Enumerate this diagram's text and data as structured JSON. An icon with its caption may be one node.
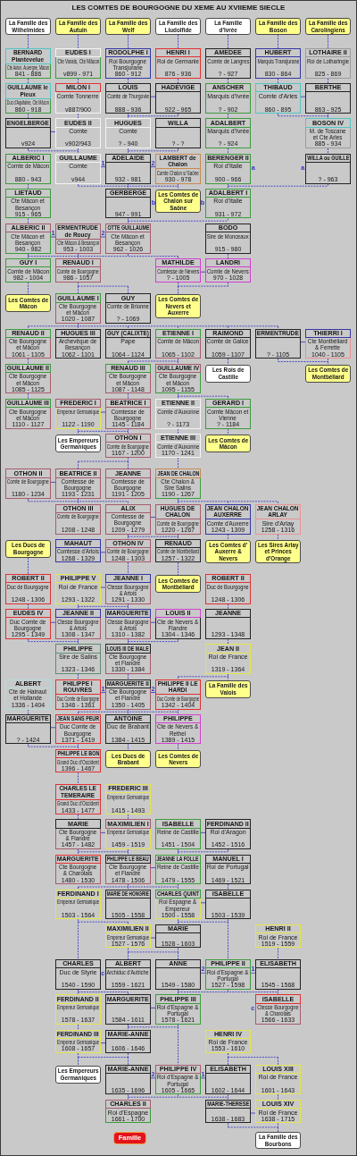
{
  "diagram": {
    "title": "LES COMTES DE BOURGOGNE DU XEME AU XVIIEME SIECLE",
    "nodes": [
      {
        "text": [
          "La Famille des Wilhelmides"
        ]
      },
      {
        "text": [
          "La Famille des Autuin"
        ]
      },
      {
        "text": [
          "La Famille des Welf"
        ]
      },
      {
        "text": [
          "La Famille des Liudolfide"
        ]
      },
      {
        "text": [
          "La Famille d'Ivrée"
        ]
      },
      {
        "text": [
          "La Famille des Boson"
        ]
      },
      {
        "text": [
          "La Famille des Carolingiens"
        ]
      },
      {
        "text": [
          "BERNARD Plantevelue",
          "Cte Autun, Auvergne, Mâcon",
          "841 - 886"
        ]
      },
      {
        "text": [
          "EUDES I",
          "Cte Varais, Cte Mâcon",
          "v899 - 971"
        ]
      },
      {
        "text": [
          "RODOLPHE I",
          "Roi Bourgogne Transjurane",
          "860 - 912"
        ]
      },
      {
        "text": [
          "HENRI I",
          "Roi de Germanie",
          "876 - 936"
        ]
      },
      {
        "text": [
          "AMEDEE",
          "Comte de Langres",
          "? - 927"
        ]
      },
      {
        "text": [
          "HUBERT",
          "Marquis Transjurane",
          "830 - 864"
        ]
      },
      {
        "text": [
          "LOTHAIRE II",
          "Roi de Lotharingie",
          "825 - 869"
        ]
      },
      {
        "text": [
          "GUILLAUME le Pieux",
          "Duc d'Aquitaine, Cte Mâcon",
          "860 - 918"
        ]
      },
      {
        "text": [
          "MILON I",
          "Comte Tonnerre",
          "v887/900"
        ]
      },
      {
        "text": [
          "LOUIS",
          "Comte de Thurgovie",
          "888 - 936"
        ]
      },
      {
        "text": [
          "HADEVIGE",
          "922 - 965"
        ]
      },
      {
        "text": [
          "ANSCHER",
          "Marquis d'Ivrée",
          "? - 902"
        ]
      },
      {
        "text": [
          "THIBAUD",
          "Comte d'Arles",
          "860 - 895"
        ]
      },
      {
        "text": [
          "BERTHE",
          "863 - 925"
        ]
      },
      {
        "text": [
          "ENGELBERGE",
          "v924"
        ]
      },
      {
        "text": [
          "EUDES II",
          "Comte",
          "v902/943"
        ]
      },
      {
        "text": [
          "HUGUES",
          "Comte",
          "? - 940"
        ]
      },
      {
        "text": [
          "WILLA",
          "? - ?"
        ]
      },
      {
        "text": [
          "ADALBERT",
          "Marquis d'Ivrée",
          "? - 924"
        ]
      },
      {
        "text": [
          "BOSON IV",
          "M. de Toscane et Cte Arles",
          "885 - 934"
        ]
      },
      {
        "text": [
          "ALBERIC I",
          "Comte de Mâcon",
          "880 - 943"
        ]
      },
      {
        "text": [
          "GUILLAUME",
          "Comte",
          "v944"
        ]
      },
      {
        "text": [
          "ADELAIDE",
          "932 - 981"
        ]
      },
      {
        "text": [
          "LAMBERT de Chalon",
          "Comte Chalon s/ Saône",
          "930 - 978"
        ]
      },
      {
        "text": [
          "BERENGER II",
          "Roi d'Italie",
          "900 - 966"
        ],
        "beside": [
          "a"
        ]
      },
      {
        "text": [
          "WILLA ou GUILLE",
          "? - 963"
        ],
        "beside": [
          "a"
        ]
      },
      {
        "text": [
          "LIETAUD",
          "Cte Mâcon et Besançon",
          "915 - 965"
        ]
      },
      {
        "text": [
          "GERBERGE",
          "947 - 991"
        ],
        "beside": [
          "b"
        ]
      },
      {
        "text": [
          "Les Comtes de Chalon sur Saône"
        ]
      },
      {
        "text": [
          "ADALBERT I",
          "Roi d'Italie",
          "931 - 972"
        ],
        "beside": [
          "b"
        ]
      },
      {
        "text": [
          "ALBERIC II",
          "Cte Mâcon et Besançon",
          "940 - 982"
        ]
      },
      {
        "text": [
          "ERMENTRUDE de Roucy",
          "Cte Mâcon & Besançon",
          "953 - 1003"
        ]
      },
      {
        "text": [
          "OTTE GUILLAUME",
          "Cte Mâcon et Besançon",
          "962 - 1026"
        ]
      },
      {
        "text": [
          "BODO",
          "Sire de Monceaux",
          "915 - 980"
        ]
      },
      {
        "text": [
          "GUY I",
          "Comte de Mâcon",
          "982 - 1004"
        ]
      },
      {
        "text": [
          "RENAUD I",
          "Comte de Bourgogne",
          "986 - 1057"
        ]
      },
      {
        "text": [
          "MATHILDE",
          "Comtesse de Nevers",
          "? - 1005"
        ]
      },
      {
        "text": [
          "LANDRI",
          "Comte de Nevers",
          "970 - 1028"
        ]
      },
      {
        "text": [
          "Les Comtes de Mâcon"
        ]
      },
      {
        "text": [
          "GUILLAUME I",
          "Cte Bourgogne et Mâcon",
          "1020 - 1087"
        ]
      },
      {
        "text": [
          "GUY",
          "Comte de Brionne",
          "? - 1069"
        ]
      },
      {
        "text": [
          "Les Comtes de Nevers et Auxerre"
        ]
      },
      {
        "text": [
          "RENAUD II",
          "Cte Bourgogne et Mâcon",
          "1061 - 1105"
        ]
      },
      {
        "text": [
          "HUGUES III",
          "Archevêque de Besançon",
          "1062 - 1101"
        ]
      },
      {
        "text": [
          "GUY (CALIXTE)",
          "Pape",
          "1064 - 1124"
        ]
      },
      {
        "text": [
          "ETIENNE I",
          "Comte de Mâcon",
          "1065 - 1102"
        ]
      },
      {
        "text": [
          "RAIMOND",
          "Comte de Galice",
          "1059 - 1107"
        ]
      },
      {
        "text": [
          "ERMENTRUDE",
          "? - 1105"
        ]
      },
      {
        "text": [
          "THIERRI I",
          "Cte Montbéliard & Ferrette",
          "1040 - 1105"
        ]
      },
      {
        "text": [
          "GUILLAUME II",
          "Cte Bourgogne et Mâcon",
          "1085 - 1125"
        ]
      },
      {
        "text": [
          "RENAUD III",
          "Cte Bourgogne et Mâcon",
          "1087 - 1148"
        ]
      },
      {
        "text": [
          "GUILLAUME IV",
          "Cte Bourgogne et Mâcon",
          "1095 - 1155"
        ]
      },
      {
        "text": [
          "Les Rois de Castille"
        ]
      },
      {
        "text": [
          "Les Comtes de Montbéliard"
        ]
      },
      {
        "text": [
          "GUILLAUME III",
          "Cte Bourgogne et Mâcon",
          "1110 - 1127"
        ]
      },
      {
        "text": [
          "FREDERIC I",
          "Empereur Germanique",
          "1122 - 1190"
        ]
      },
      {
        "text": [
          "BEATRICE I",
          "Comtesse de Bourgogne",
          "1145 - 1184"
        ]
      },
      {
        "text": [
          "ETIENNE II",
          "Comte d'Auxonne",
          "? - 1173"
        ]
      },
      {
        "text": [
          "GERARD I",
          "Comte Mâcon et Vienne",
          "? - 1184"
        ]
      },
      {
        "text": [
          "Les Empereurs Germaniques"
        ]
      },
      {
        "text": [
          "OTHON I",
          "Comte de Bourgogne",
          "1167 - 1200"
        ]
      },
      {
        "text": [
          "ETIENNE III",
          "Comte d'Auxonne",
          "1170 - 1241"
        ]
      },
      {
        "text": [
          "Les Comtes de Mâcon"
        ]
      },
      {
        "text": [
          "OTHON II",
          "Comte de Bourgogne",
          "1180 - 1234"
        ]
      },
      {
        "text": [
          "BEATRICE II",
          "Comtesse de Bourgogne",
          "1193 - 1231"
        ]
      },
      {
        "text": [
          "JEANNE",
          "Comtesse de Bourgogne",
          "1191 - 1205"
        ]
      },
      {
        "text": [
          "JEAN DE CHALON",
          "Cte Chalon & Sire Salins",
          "1190 - 1267"
        ]
      },
      {
        "text": [
          "OTHON III",
          "Comte de Bourgogne",
          "1208 - 1248"
        ]
      },
      {
        "text": [
          "ALIX",
          "Comtesse de Bourgogne",
          "1209 - 1279"
        ]
      },
      {
        "text": [
          "HUGUES DE CHALON",
          "Comte de Bourgogne",
          "1220 - 1267"
        ]
      },
      {
        "text": [
          "JEAN CHALON AUXERRE",
          "Comte d'Auxerre",
          "1243 - 1309"
        ]
      },
      {
        "text": [
          "JEAN CHALON ARLAY",
          "Sire d'Arlay",
          "1258 - 1316"
        ]
      },
      {
        "text": [
          "Les Ducs de Bourgogne"
        ]
      },
      {
        "text": [
          "MAHAUT",
          "Comtesse d'Artois",
          "1268 - 1329"
        ]
      },
      {
        "text": [
          "OTHON IV",
          "Comte de Bourgogne",
          "1248 - 1303"
        ]
      },
      {
        "text": [
          "RENAUD",
          "Comte de Montbéliard",
          "1257 - 1322"
        ]
      },
      {
        "text": [
          "Les Comtes d' Auxerre & Nevers"
        ]
      },
      {
        "text": [
          "Les Sires Arlay et Princes d'Orange"
        ]
      },
      {
        "text": [
          "ROBERT II",
          "Duc de Bourgogne",
          "1248 - 1306"
        ]
      },
      {
        "text": [
          "PHILIPPE V",
          "Roi de France",
          "1293 - 1322"
        ]
      },
      {
        "text": [
          "JEANNE I",
          "Ctesse Bourgogne & Artois",
          "1291 - 1330"
        ]
      },
      {
        "text": [
          "Les Comtes de Montbéliard"
        ]
      },
      {
        "text": [
          "ROBERT II",
          "Duc de Bourgogne",
          "1248 - 1306"
        ]
      },
      {
        "text": [
          "EUDES IV",
          "Duc Comte de Bourgogne",
          "1295 - 1349"
        ]
      },
      {
        "text": [
          "JEANNE II",
          "Ctesse Bourgogne & Artois",
          "1308 - 1347"
        ]
      },
      {
        "text": [
          "MARGUERITE",
          "Ctesse Bourgogne & Artois",
          "1310 - 1382"
        ]
      },
      {
        "text": [
          "LOUIS II",
          "Cte de Nevers & Flandre",
          "1304 - 1346"
        ]
      },
      {
        "text": [
          "JEANNE",
          "1293 - 1348"
        ]
      },
      {
        "text": [
          "PHILIPPE",
          "Sire de Salins",
          "1323 - 1346"
        ]
      },
      {
        "text": [
          "LOUIS III DE MALE",
          "Cte Bourgogne et Flandre",
          "1330 - 1384"
        ]
      },
      {
        "text": [
          "JEAN II",
          "Roi de France",
          "1319 - 1364"
        ]
      },
      {
        "text": [
          "ALBERT",
          "Cte de Hainaut et Hollande",
          "1336 - 1404"
        ]
      },
      {
        "text": [
          "PHILIPPE I ROUVRES",
          "Duc Comte de Bourgogne",
          "1346 - 1361"
        ]
      },
      {
        "text": [
          "MARGUERITE II",
          "Cte Bourgogne et Flandre",
          "1350 - 1405"
        ]
      },
      {
        "text": [
          "PHILIPPE II LE HARDI",
          "Duc Comte de Bourgogne",
          "1342 - 1404"
        ]
      },
      {
        "text": [
          "La Famille des Valois"
        ]
      },
      {
        "text": [
          "MARGUERITE",
          "? - 1424"
        ]
      },
      {
        "text": [
          "JEAN SANS PEUR",
          "Duc Comte de Bourgogne",
          "1371 - 1419"
        ]
      },
      {
        "text": [
          "ANTOINE",
          "Duc de Brabant",
          "1384 - 1415"
        ]
      },
      {
        "text": [
          "PHILIPPE",
          "Cte de Nevers & Rethel",
          "1389 - 1415"
        ]
      },
      {
        "text": [
          "PHILIPPE LE BON",
          "Grand Duc d'Occident",
          "1396 - 1467"
        ]
      },
      {
        "text": [
          "Les Ducs de Brabant"
        ]
      },
      {
        "text": [
          "Les Comtes de Nevers"
        ]
      },
      {
        "text": [
          "CHARLES LE TEMERAIRE",
          "Grand Duc d'Occident",
          "1433 - 1477"
        ]
      },
      {
        "text": [
          "FREDERIC III",
          "Empereur Germanique",
          "1415 - 1493"
        ]
      },
      {
        "text": [
          "MARIE",
          "Cte Bourgogne & Flandre",
          "1457 - 1482"
        ]
      },
      {
        "text": [
          "MAXIMILIEN I",
          "Empereur Germanique",
          "1459 - 1519"
        ]
      },
      {
        "text": [
          "ISABELLE",
          "Reine de Castille",
          "1451 - 1504"
        ]
      },
      {
        "text": [
          "FERDINAND II",
          "Roi d'Aragon",
          "1452 - 1516"
        ]
      },
      {
        "text": [
          "MARGUERITE",
          "Cte Bourgogne & Charolais",
          "1480 - 1530"
        ]
      },
      {
        "text": [
          "PHILIPPE LE BEAU",
          "Cte Bourgogne et Flandre",
          "1478 - 1506"
        ]
      },
      {
        "text": [
          "JEANNE LA FOLLE",
          "Reine de Castille",
          "1479 - 1555"
        ]
      },
      {
        "text": [
          "MANUEL I",
          "Roi de Portugal",
          "1469 - 1521"
        ]
      },
      {
        "text": [
          "FERDINAND I",
          "Empereur Germanique",
          "1503 - 1564"
        ]
      },
      {
        "text": [
          "MARIE DE HONGRIE",
          "1505 - 1558"
        ]
      },
      {
        "text": [
          "CHARLES QUINT",
          "Roi Espagne & Empereur",
          "1500 - 1558"
        ]
      },
      {
        "text": [
          "ISABELLE",
          "1503 - 1539"
        ]
      },
      {
        "text": [
          "MAXIMILIEN II",
          "Empereur Germanique",
          "1527 - 1576"
        ]
      },
      {
        "text": [
          "MARIE",
          "1528 - 1603"
        ]
      },
      {
        "text": [
          "HENRI II",
          "Roi de France",
          "1519 - 1559"
        ]
      },
      {
        "text": [
          "CHARLES",
          "Duc de Styrie",
          "1540 - 1590"
        ]
      },
      {
        "text": [
          "ALBERT",
          "Archiduc d'Autriche",
          "1559 - 1621"
        ],
        "beside": [
          "c"
        ]
      },
      {
        "text": [
          "ANNE",
          "1549 - 1580"
        ]
      },
      {
        "text": [
          "PHILIPPE II",
          "Roi d'Espagne & Portugal",
          "1527 - 1598"
        ]
      },
      {
        "text": [
          "ELISABETH",
          "1545 - 1568"
        ]
      },
      {
        "text": [
          "FERDINAND II",
          "Empereur Germanique",
          "1578 - 1637"
        ]
      },
      {
        "text": [
          "MARGUERITE",
          "1584 - 1611"
        ]
      },
      {
        "text": [
          "PHILIPPE III",
          "Roi d'Espagne & Portugal",
          "1578 - 1621"
        ]
      },
      {
        "text": [
          "ISABELLE",
          "Ctesse Bourgogne & Charolais",
          "1566 - 1633"
        ],
        "beside": [
          "c"
        ]
      },
      {
        "text": [
          "FERDINAND III",
          "Empereur Germanique",
          "1608 - 1657"
        ]
      },
      {
        "text": [
          "MARIE-ANNE",
          "1606 - 1646"
        ]
      },
      {
        "text": [
          "HENRI IV",
          "Roi de France",
          "1553 - 1610"
        ]
      },
      {
        "text": [
          "Les Empereurs Germaniques"
        ]
      },
      {
        "text": [
          "MARIE-ANNE",
          "1635 - 1696"
        ]
      },
      {
        "text": [
          "PHILIPPE IV",
          "Roi d'Espagne & Portugal",
          "1605 - 1665"
        ]
      },
      {
        "text": [
          "ELISABETH",
          "1602 - 1644"
        ]
      },
      {
        "text": [
          "LOUIS XIII",
          "Roi de France",
          "1601 - 1643"
        ]
      },
      {
        "text": [
          "CHARLES II",
          "Roi d'Espagne",
          "1661 - 1700"
        ]
      },
      {
        "text": [
          "MARIE-THERESE",
          "1638 - 1683"
        ]
      },
      {
        "text": [
          "LOUIS XIV",
          "Roi de France",
          "1638 - 1715"
        ]
      },
      {
        "text": [
          "Famille"
        ]
      },
      {
        "text": [
          "La Famille des Bourbons"
        ]
      }
    ],
    "edges": [
      {
        "from": 0,
        "to": 7,
        "arrow": "none",
        "style": "dashed"
      },
      {
        "from": 1,
        "to": 8,
        "arrow": "none",
        "style": "dashed"
      },
      {
        "from": 2,
        "to": 9,
        "arrow": "none",
        "style": "dashed"
      },
      {
        "from": 3,
        "to": 10,
        "arrow": "none",
        "style": "dashed"
      },
      {
        "from": 4,
        "to": 11,
        "arrow": "none",
        "style": "dashed"
      },
      {
        "from": 5,
        "to": 12,
        "arrow": "none",
        "style": "dashed"
      },
      {
        "from": 6,
        "to": 13,
        "arrow": "none",
        "style": "dashed"
      },
      {
        "from": 7,
        "to": 14,
        "arrow": "none",
        "style": "dashed"
      },
      {
        "from": 8,
        "to": 15,
        "arrow": "none",
        "style": "dashed"
      },
      {
        "from": 9,
        "to": 16,
        "arrow": "none",
        "style": "dashed"
      },
      {
        "from": 10,
        "to": 17,
        "arrow": "none",
        "style": "dashed"
      },
      {
        "from": 11,
        "to": 18,
        "arrow": "none",
        "style": "dashed"
      },
      {
        "from": 12,
        "to": 19,
        "arrow": "none",
        "style": "dashed"
      },
      {
        "from": 13,
        "to": 20,
        "arrow": "none",
        "style": "dashed"
      },
      {
        "from": 16,
        "to": 17,
        "arrow": "none"
      },
      {
        "from": 19,
        "to": 20,
        "arrow": "none"
      },
      {
        "from": 14,
        "to": 21,
        "arrow": "none",
        "style": "dashed"
      },
      {
        "from": 15,
        "to": 22,
        "arrow": "none",
        "style": "dashed"
      },
      {
        "from": 16,
        "to": 23,
        "arrow": "none",
        "style": "dashed"
      },
      {
        "from": 17,
        "to": 23,
        "arrow": "none",
        "style": "dashed"
      },
      {
        "from": 18,
        "to": 25,
        "arrow": "none",
        "style": "dashed"
      },
      {
        "from": 19,
        "to": 26,
        "arrow": "none",
        "style": "dashed"
      },
      {
        "from": 20,
        "to": 26,
        "arrow": "none",
        "style": "dashed"
      },
      {
        "from": 21,
        "to": 22,
        "arrow": "none"
      },
      {
        "from": 21,
        "to": 28,
        "arrow": "none",
        "style": "dashed"
      },
      {
        "from": 22,
        "to": 28,
        "arrow": "none",
        "style": "dashed"
      },
      {
        "from": 23,
        "to": 29,
        "arrow": "none",
        "style": "dashed"
      },
      {
        "from": 24,
        "to": 29,
        "arrow": "none",
        "style": "dashed"
      },
      {
        "from": 25,
        "to": 31,
        "arrow": "none",
        "style": "dashed"
      },
      {
        "from": 26,
        "to": 32,
        "arrow": "none",
        "style": "dashed"
      },
      {
        "from": 28,
        "to": 29,
        "arrow": "none",
        "label": "1"
      },
      {
        "from": 29,
        "to": 30,
        "arrow": "none",
        "label": "2"
      },
      {
        "from": 27,
        "to": 33,
        "arrow": "none",
        "style": "dashed"
      },
      {
        "from": 28,
        "to": 34,
        "arrow": "none",
        "style": "dashed"
      },
      {
        "from": 29,
        "to": 34,
        "arrow": "none",
        "style": "dashed"
      },
      {
        "from": 30,
        "to": 34,
        "arrow": "none",
        "style": "dashed"
      },
      {
        "from": 30,
        "to": 35,
        "arrow": "none",
        "style": "dashed"
      },
      {
        "from": 31,
        "to": 36,
        "arrow": "none",
        "style": "dashed"
      },
      {
        "from": 32,
        "to": 36,
        "arrow": "none",
        "style": "dashed"
      },
      {
        "from": 33,
        "to": 37,
        "arrow": "none",
        "style": "dashed"
      },
      {
        "from": 34,
        "to": 39,
        "arrow": "none",
        "style": "dashed"
      },
      {
        "from": 36,
        "to": 39,
        "arrow": "none",
        "style": "dashed"
      },
      {
        "from": 37,
        "to": 38,
        "arrow": "none",
        "label": "1"
      },
      {
        "from": 38,
        "to": 39,
        "arrow": "none",
        "label": "2"
      },
      {
        "from": 37,
        "to": 41,
        "arrow": "none",
        "style": "dashed"
      },
      {
        "from": 37,
        "to": 42,
        "arrow": "none",
        "style": "dashed"
      },
      {
        "from": 37,
        "to": 43,
        "arrow": "none",
        "style": "dashed"
      },
      {
        "from": 38,
        "to": 41,
        "arrow": "none",
        "style": "dashed"
      },
      {
        "from": 38,
        "to": 42,
        "arrow": "none",
        "style": "dashed"
      },
      {
        "from": 38,
        "to": 43,
        "arrow": "none",
        "style": "dashed"
      },
      {
        "from": 39,
        "to": 41,
        "arrow": "none",
        "style": "dashed"
      },
      {
        "from": 39,
        "to": 42,
        "arrow": "none",
        "style": "dashed"
      },
      {
        "from": 39,
        "to": 43,
        "arrow": "none",
        "style": "dashed"
      },
      {
        "from": 40,
        "to": 44,
        "arrow": "none",
        "style": "dashed"
      },
      {
        "from": 43,
        "to": 44,
        "arrow": "none"
      },
      {
        "from": 41,
        "to": 45,
        "arrow": "none",
        "style": "dashed"
      },
      {
        "from": 42,
        "to": 46,
        "arrow": "none",
        "style": "dashed"
      },
      {
        "from": 42,
        "to": 47,
        "arrow": "none",
        "style": "dashed"
      },
      {
        "from": 43,
        "to": 48,
        "arrow": "none",
        "style": "dashed"
      },
      {
        "from": 44,
        "to": 48,
        "arrow": "none",
        "style": "dashed"
      },
      {
        "from": 46,
        "to": 49,
        "arrow": "none",
        "style": "dashed"
      },
      {
        "from": 46,
        "to": 50,
        "arrow": "none",
        "style": "dashed"
      },
      {
        "from": 46,
        "to": 51,
        "arrow": "none",
        "style": "dashed"
      },
      {
        "from": 46,
        "to": 52,
        "arrow": "none",
        "style": "dashed"
      },
      {
        "from": 46,
        "to": 53,
        "arrow": "none",
        "style": "dashed"
      },
      {
        "from": 46,
        "to": 54,
        "arrow": "none",
        "style": "dashed"
      },
      {
        "from": 54,
        "to": 55,
        "arrow": "none"
      },
      {
        "from": 49,
        "to": 56,
        "arrow": "none",
        "style": "dashed"
      },
      {
        "from": 52,
        "to": 57,
        "arrow": "none",
        "style": "dashed"
      },
      {
        "from": 52,
        "to": 58,
        "arrow": "none",
        "style": "dashed"
      },
      {
        "from": 53,
        "to": 59,
        "arrow": "none",
        "style": "dashed"
      },
      {
        "from": 54,
        "to": 60,
        "arrow": "none",
        "style": "dashed"
      },
      {
        "from": 55,
        "to": 60,
        "arrow": "none",
        "style": "dashed"
      },
      {
        "from": 56,
        "to": 61,
        "arrow": "none",
        "style": "dashed"
      },
      {
        "from": 57,
        "to": 63,
        "arrow": "none",
        "style": "dashed"
      },
      {
        "from": 58,
        "to": 64,
        "arrow": "none",
        "style": "dashed"
      },
      {
        "from": 58,
        "to": 65,
        "arrow": "none",
        "style": "dashed"
      },
      {
        "from": 62,
        "to": 63,
        "arrow": "none"
      },
      {
        "from": 62,
        "to": 66,
        "arrow": "none",
        "style": "dashed"
      },
      {
        "from": 62,
        "to": 67,
        "arrow": "none",
        "style": "dashed"
      },
      {
        "from": 63,
        "to": 66,
        "arrow": "none",
        "style": "dashed"
      },
      {
        "from": 63,
        "to": 67,
        "arrow": "none",
        "style": "dashed"
      },
      {
        "from": 64,
        "to": 68,
        "arrow": "none",
        "style": "dashed"
      },
      {
        "from": 65,
        "to": 69,
        "arrow": "none",
        "style": "dashed"
      },
      {
        "from": 67,
        "to": 71,
        "arrow": "none",
        "style": "dashed"
      },
      {
        "from": 67,
        "to": 72,
        "arrow": "none",
        "style": "dashed"
      },
      {
        "from": 68,
        "to": 73,
        "arrow": "none",
        "style": "dashed"
      },
      {
        "from": 70,
        "to": 71,
        "arrow": "none"
      },
      {
        "from": 70,
        "to": 74,
        "arrow": "none",
        "style": "dashed"
      },
      {
        "from": 70,
        "to": 75,
        "arrow": "none",
        "style": "dashed"
      },
      {
        "from": 71,
        "to": 74,
        "arrow": "none",
        "style": "dashed"
      },
      {
        "from": 71,
        "to": 75,
        "arrow": "none",
        "style": "dashed"
      },
      {
        "from": 73,
        "to": 76,
        "arrow": "none",
        "style": "dashed"
      },
      {
        "from": 73,
        "to": 77,
        "arrow": "none",
        "style": "dashed"
      },
      {
        "from": 73,
        "to": 78,
        "arrow": "none",
        "style": "dashed"
      },
      {
        "from": 75,
        "to": 76,
        "arrow": "none"
      },
      {
        "from": 75,
        "to": 81,
        "arrow": "none",
        "style": "dashed"
      },
      {
        "from": 75,
        "to": 82,
        "arrow": "none",
        "style": "dashed"
      },
      {
        "from": 76,
        "to": 81,
        "arrow": "none",
        "style": "dashed"
      },
      {
        "from": 76,
        "to": 82,
        "arrow": "none",
        "style": "dashed"
      },
      {
        "from": 77,
        "to": 83,
        "arrow": "none",
        "style": "dashed"
      },
      {
        "from": 78,
        "to": 84,
        "arrow": "none",
        "style": "dashed"
      },
      {
        "from": 80,
        "to": 81,
        "arrow": "none"
      },
      {
        "from": 79,
        "to": 85,
        "arrow": "none",
        "style": "dashed"
      },
      {
        "from": 81,
        "to": 87,
        "arrow": "none",
        "style": "dashed"
      },
      {
        "from": 82,
        "to": 88,
        "arrow": "none",
        "style": "dashed"
      },
      {
        "from": 86,
        "to": 87,
        "arrow": "none"
      },
      {
        "from": 85,
        "to": 90,
        "arrow": "none",
        "style": "dashed"
      },
      {
        "from": 86,
        "to": 91,
        "arrow": "none",
        "style": "dashed"
      },
      {
        "from": 86,
        "to": 92,
        "arrow": "none",
        "style": "dashed"
      },
      {
        "from": 87,
        "to": 91,
        "arrow": "none",
        "style": "dashed"
      },
      {
        "from": 87,
        "to": 92,
        "arrow": "none",
        "style": "dashed"
      },
      {
        "from": 89,
        "to": 94,
        "arrow": "none",
        "style": "dashed"
      },
      {
        "from": 90,
        "to": 91,
        "arrow": "none"
      },
      {
        "from": 92,
        "to": 93,
        "arrow": "none"
      },
      {
        "from": 90,
        "to": 95,
        "arrow": "none",
        "style": "dashed"
      },
      {
        "from": 91,
        "to": 95,
        "arrow": "none",
        "style": "dashed"
      },
      {
        "from": 92,
        "to": 96,
        "arrow": "none",
        "style": "dashed"
      },
      {
        "from": 93,
        "to": 96,
        "arrow": "none",
        "style": "dashed"
      },
      {
        "from": 94,
        "to": 97,
        "arrow": "none",
        "style": "dashed"
      },
      {
        "from": 95,
        "to": 99,
        "arrow": "none",
        "style": "dashed"
      },
      {
        "from": 96,
        "to": 100,
        "arrow": "none",
        "style": "dashed"
      },
      {
        "from": 97,
        "to": 101,
        "arrow": "none",
        "style": "dashed"
      },
      {
        "from": 97,
        "to": 102,
        "arrow": "none",
        "style": "dashed"
      },
      {
        "from": 99,
        "to": 100,
        "arrow": "none",
        "label": "1"
      },
      {
        "from": 100,
        "to": 101,
        "arrow": "none",
        "label": "2"
      },
      {
        "from": 98,
        "to": 103,
        "arrow": "none",
        "style": "dashed"
      },
      {
        "from": 100,
        "to": 104,
        "arrow": "none",
        "style": "dashed"
      },
      {
        "from": 100,
        "to": 105,
        "arrow": "none",
        "style": "dashed"
      },
      {
        "from": 100,
        "to": 106,
        "arrow": "none",
        "style": "dashed"
      },
      {
        "from": 101,
        "to": 104,
        "arrow": "none",
        "style": "dashed"
      },
      {
        "from": 101,
        "to": 105,
        "arrow": "none",
        "style": "dashed"
      },
      {
        "from": 101,
        "to": 106,
        "arrow": "none",
        "style": "dashed"
      },
      {
        "from": 103,
        "to": 104,
        "arrow": "none"
      },
      {
        "from": 103,
        "to": 107,
        "arrow": "none",
        "style": "dashed"
      },
      {
        "from": 104,
        "to": 107,
        "arrow": "none",
        "style": "dashed"
      },
      {
        "from": 105,
        "to": 108,
        "arrow": "none",
        "style": "dashed"
      },
      {
        "from": 106,
        "to": 109,
        "arrow": "none",
        "style": "dashed"
      },
      {
        "from": 107,
        "to": 110,
        "arrow": "none",
        "style": "dashed"
      },
      {
        "from": 110,
        "to": 112,
        "arrow": "none",
        "style": "dashed"
      },
      {
        "from": 111,
        "to": 113,
        "arrow": "none",
        "style": "dashed"
      },
      {
        "from": 112,
        "to": 113,
        "arrow": "none"
      },
      {
        "from": 114,
        "to": 115,
        "arrow": "none"
      },
      {
        "from": 112,
        "to": 116,
        "arrow": "none",
        "style": "dashed"
      },
      {
        "from": 112,
        "to": 117,
        "arrow": "none",
        "style": "dashed"
      },
      {
        "from": 113,
        "to": 116,
        "arrow": "none",
        "style": "dashed"
      },
      {
        "from": 113,
        "to": 117,
        "arrow": "none",
        "style": "dashed"
      },
      {
        "from": 114,
        "to": 118,
        "arrow": "none",
        "style": "dashed"
      },
      {
        "from": 115,
        "to": 118,
        "arrow": "none",
        "style": "dashed"
      },
      {
        "from": 117,
        "to": 118,
        "arrow": "none"
      },
      {
        "from": 117,
        "to": 120,
        "arrow": "none",
        "style": "dashed"
      },
      {
        "from": 117,
        "to": 121,
        "arrow": "none",
        "style": "dashed"
      },
      {
        "from": 117,
        "to": 122,
        "arrow": "none",
        "style": "dashed"
      },
      {
        "from": 118,
        "to": 120,
        "arrow": "none",
        "style": "dashed"
      },
      {
        "from": 118,
        "to": 121,
        "arrow": "none",
        "style": "dashed"
      },
      {
        "from": 118,
        "to": 122,
        "arrow": "none",
        "style": "dashed"
      },
      {
        "from": 119,
        "to": 123,
        "arrow": "none",
        "style": "dashed"
      },
      {
        "from": 122,
        "to": 123,
        "arrow": "none"
      },
      {
        "from": 120,
        "to": 124,
        "arrow": "none",
        "style": "dashed"
      },
      {
        "from": 120,
        "to": 127,
        "arrow": "none",
        "style": "dashed"
      },
      {
        "from": 122,
        "to": 125,
        "arrow": "none",
        "style": "dashed"
      },
      {
        "from": 122,
        "to": 130,
        "arrow": "none",
        "style": "dashed"
      },
      {
        "from": 123,
        "to": 125,
        "arrow": "none",
        "style": "dashed"
      },
      {
        "from": 123,
        "to": 130,
        "arrow": "none",
        "style": "dashed"
      },
      {
        "from": 124,
        "to": 125,
        "arrow": "none"
      },
      {
        "from": 124,
        "to": 128,
        "arrow": "none",
        "style": "dashed"
      },
      {
        "from": 124,
        "to": 129,
        "arrow": "none",
        "style": "dashed"
      },
      {
        "from": 125,
        "to": 128,
        "arrow": "none",
        "style": "dashed"
      },
      {
        "from": 125,
        "to": 129,
        "arrow": "none",
        "style": "dashed"
      },
      {
        "from": 126,
        "to": 131,
        "arrow": "none",
        "style": "dashed"
      },
      {
        "from": 129,
        "to": 130,
        "arrow": "none",
        "label": "2"
      },
      {
        "from": 130,
        "to": 131,
        "arrow": "none",
        "label": "1"
      },
      {
        "from": 127,
        "to": 132,
        "arrow": "none",
        "style": "dashed"
      },
      {
        "from": 127,
        "to": 133,
        "arrow": "none",
        "style": "dashed"
      },
      {
        "from": 129,
        "to": 134,
        "arrow": "none",
        "style": "dashed"
      },
      {
        "from": 130,
        "to": 134,
        "arrow": "none",
        "style": "dashed"
      },
      {
        "from": 130,
        "to": 135,
        "arrow": "none",
        "style": "dashed"
      },
      {
        "from": 131,
        "to": 135,
        "arrow": "none",
        "style": "dashed"
      },
      {
        "from": 133,
        "to": 134,
        "arrow": "none"
      },
      {
        "from": 132,
        "to": 136,
        "arrow": "none",
        "style": "dashed"
      },
      {
        "from": 133,
        "to": 137,
        "arrow": "none",
        "style": "dashed"
      },
      {
        "from": 133,
        "to": 141,
        "arrow": "none",
        "style": "dashed"
      },
      {
        "from": 134,
        "to": 137,
        "arrow": "none",
        "style": "dashed"
      },
      {
        "from": 134,
        "to": 141,
        "arrow": "none",
        "style": "dashed"
      },
      {
        "from": 136,
        "to": 137,
        "arrow": "none"
      },
      {
        "from": 136,
        "to": 139,
        "arrow": "none",
        "style": "dashed"
      },
      {
        "from": 136,
        "to": 140,
        "arrow": "none",
        "style": "dashed"
      },
      {
        "from": 137,
        "to": 139,
        "arrow": "none",
        "style": "dashed"
      },
      {
        "from": 137,
        "to": 140,
        "arrow": "none",
        "style": "dashed"
      },
      {
        "from": 138,
        "to": 142,
        "arrow": "none",
        "style": "dashed"
      },
      {
        "from": 138,
        "to": 143,
        "arrow": "none",
        "style": "dashed"
      },
      {
        "from": 140,
        "to": 141,
        "arrow": "none",
        "label": "2"
      },
      {
        "from": 141,
        "to": 142,
        "arrow": "none",
        "label": "1"
      },
      {
        "from": 140,
        "to": 144,
        "arrow": "none",
        "style": "dashed"
      },
      {
        "from": 141,
        "to": 144,
        "arrow": "none",
        "style": "dashed"
      },
      {
        "from": 141,
        "to": 145,
        "arrow": "none",
        "style": "dashed"
      },
      {
        "from": 142,
        "to": 145,
        "arrow": "none",
        "style": "dashed"
      },
      {
        "from": 143,
        "to": 146,
        "arrow": "none",
        "style": "dashed"
      },
      {
        "from": 145,
        "to": 146,
        "arrow": "none"
      },
      {
        "from": 145,
        "to": 148,
        "arrow": "none",
        "style": "dashed"
      },
      {
        "from": 146,
        "to": 148,
        "arrow": "none",
        "style": "dashed"
      }
    ]
  }
}
